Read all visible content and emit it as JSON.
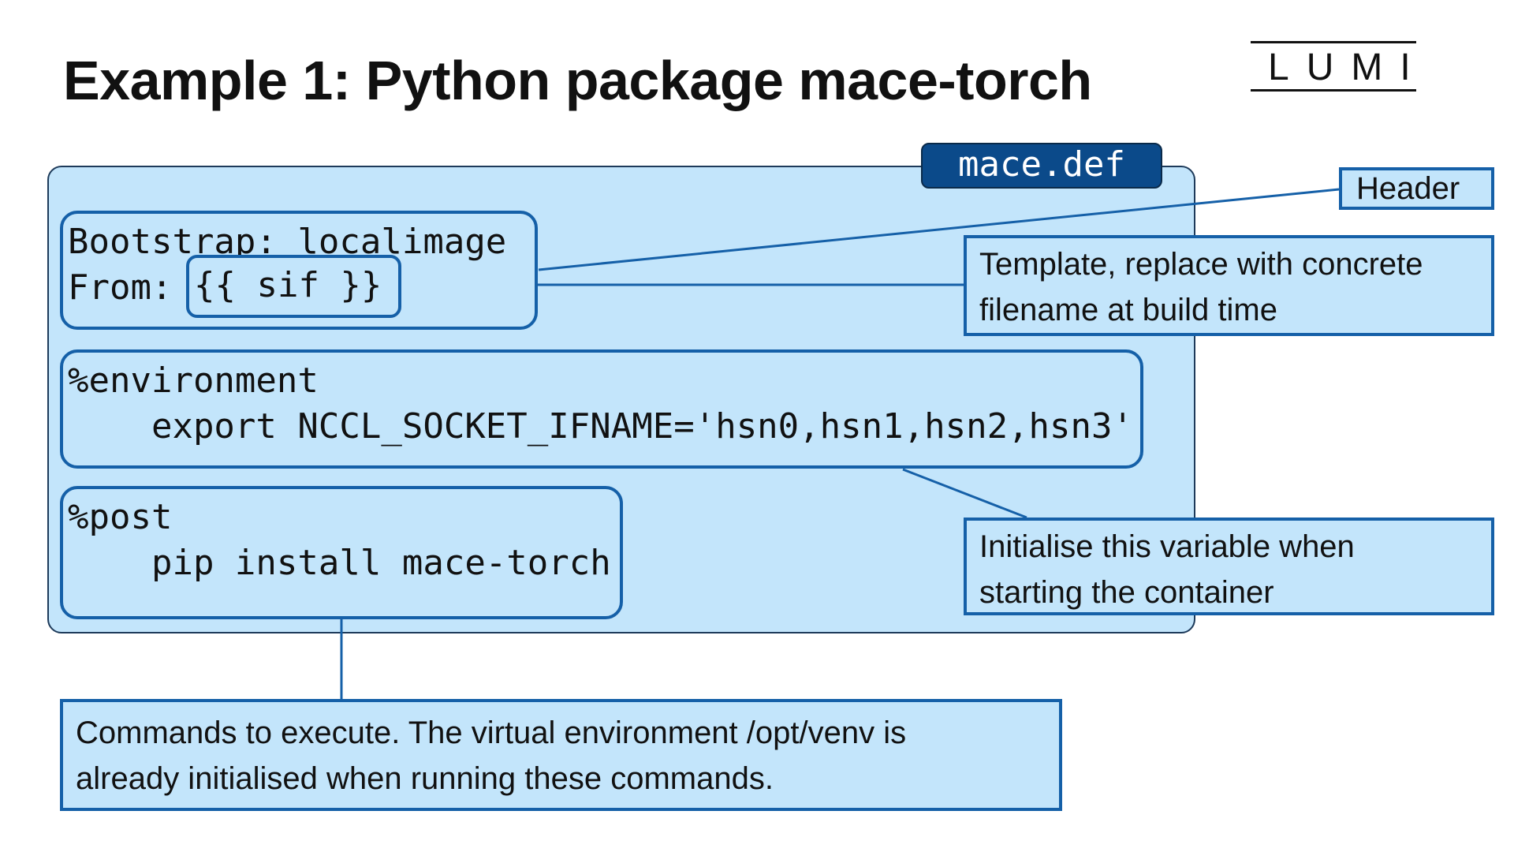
{
  "title": "Example 1: Python package mace-torch",
  "logo": {
    "text": "LUMI"
  },
  "file_tab": "mace.def",
  "header_block": {
    "line1": "Bootstrap: localimage",
    "line2_prefix": "From: ",
    "template": "{{ sif }}"
  },
  "environment_block": {
    "line1": "%environment",
    "line2": "    export NCCL_SOCKET_IFNAME='hsn0,hsn1,hsn2,hsn3'"
  },
  "post_block": {
    "line1": "%post",
    "line2": "    pip install mace-torch"
  },
  "callouts": {
    "header": "Header",
    "template": [
      "Template, replace with concrete",
      "filename at build time"
    ],
    "environment": [
      "Initialise this variable when",
      "starting the container"
    ],
    "post": [
      "Commands to execute. The virtual environment /opt/venv is",
      "already initialised when running these commands."
    ]
  },
  "colors": {
    "fill": "#c3e5fb",
    "border": "#1560a8",
    "tab": "#0b4a8a"
  }
}
